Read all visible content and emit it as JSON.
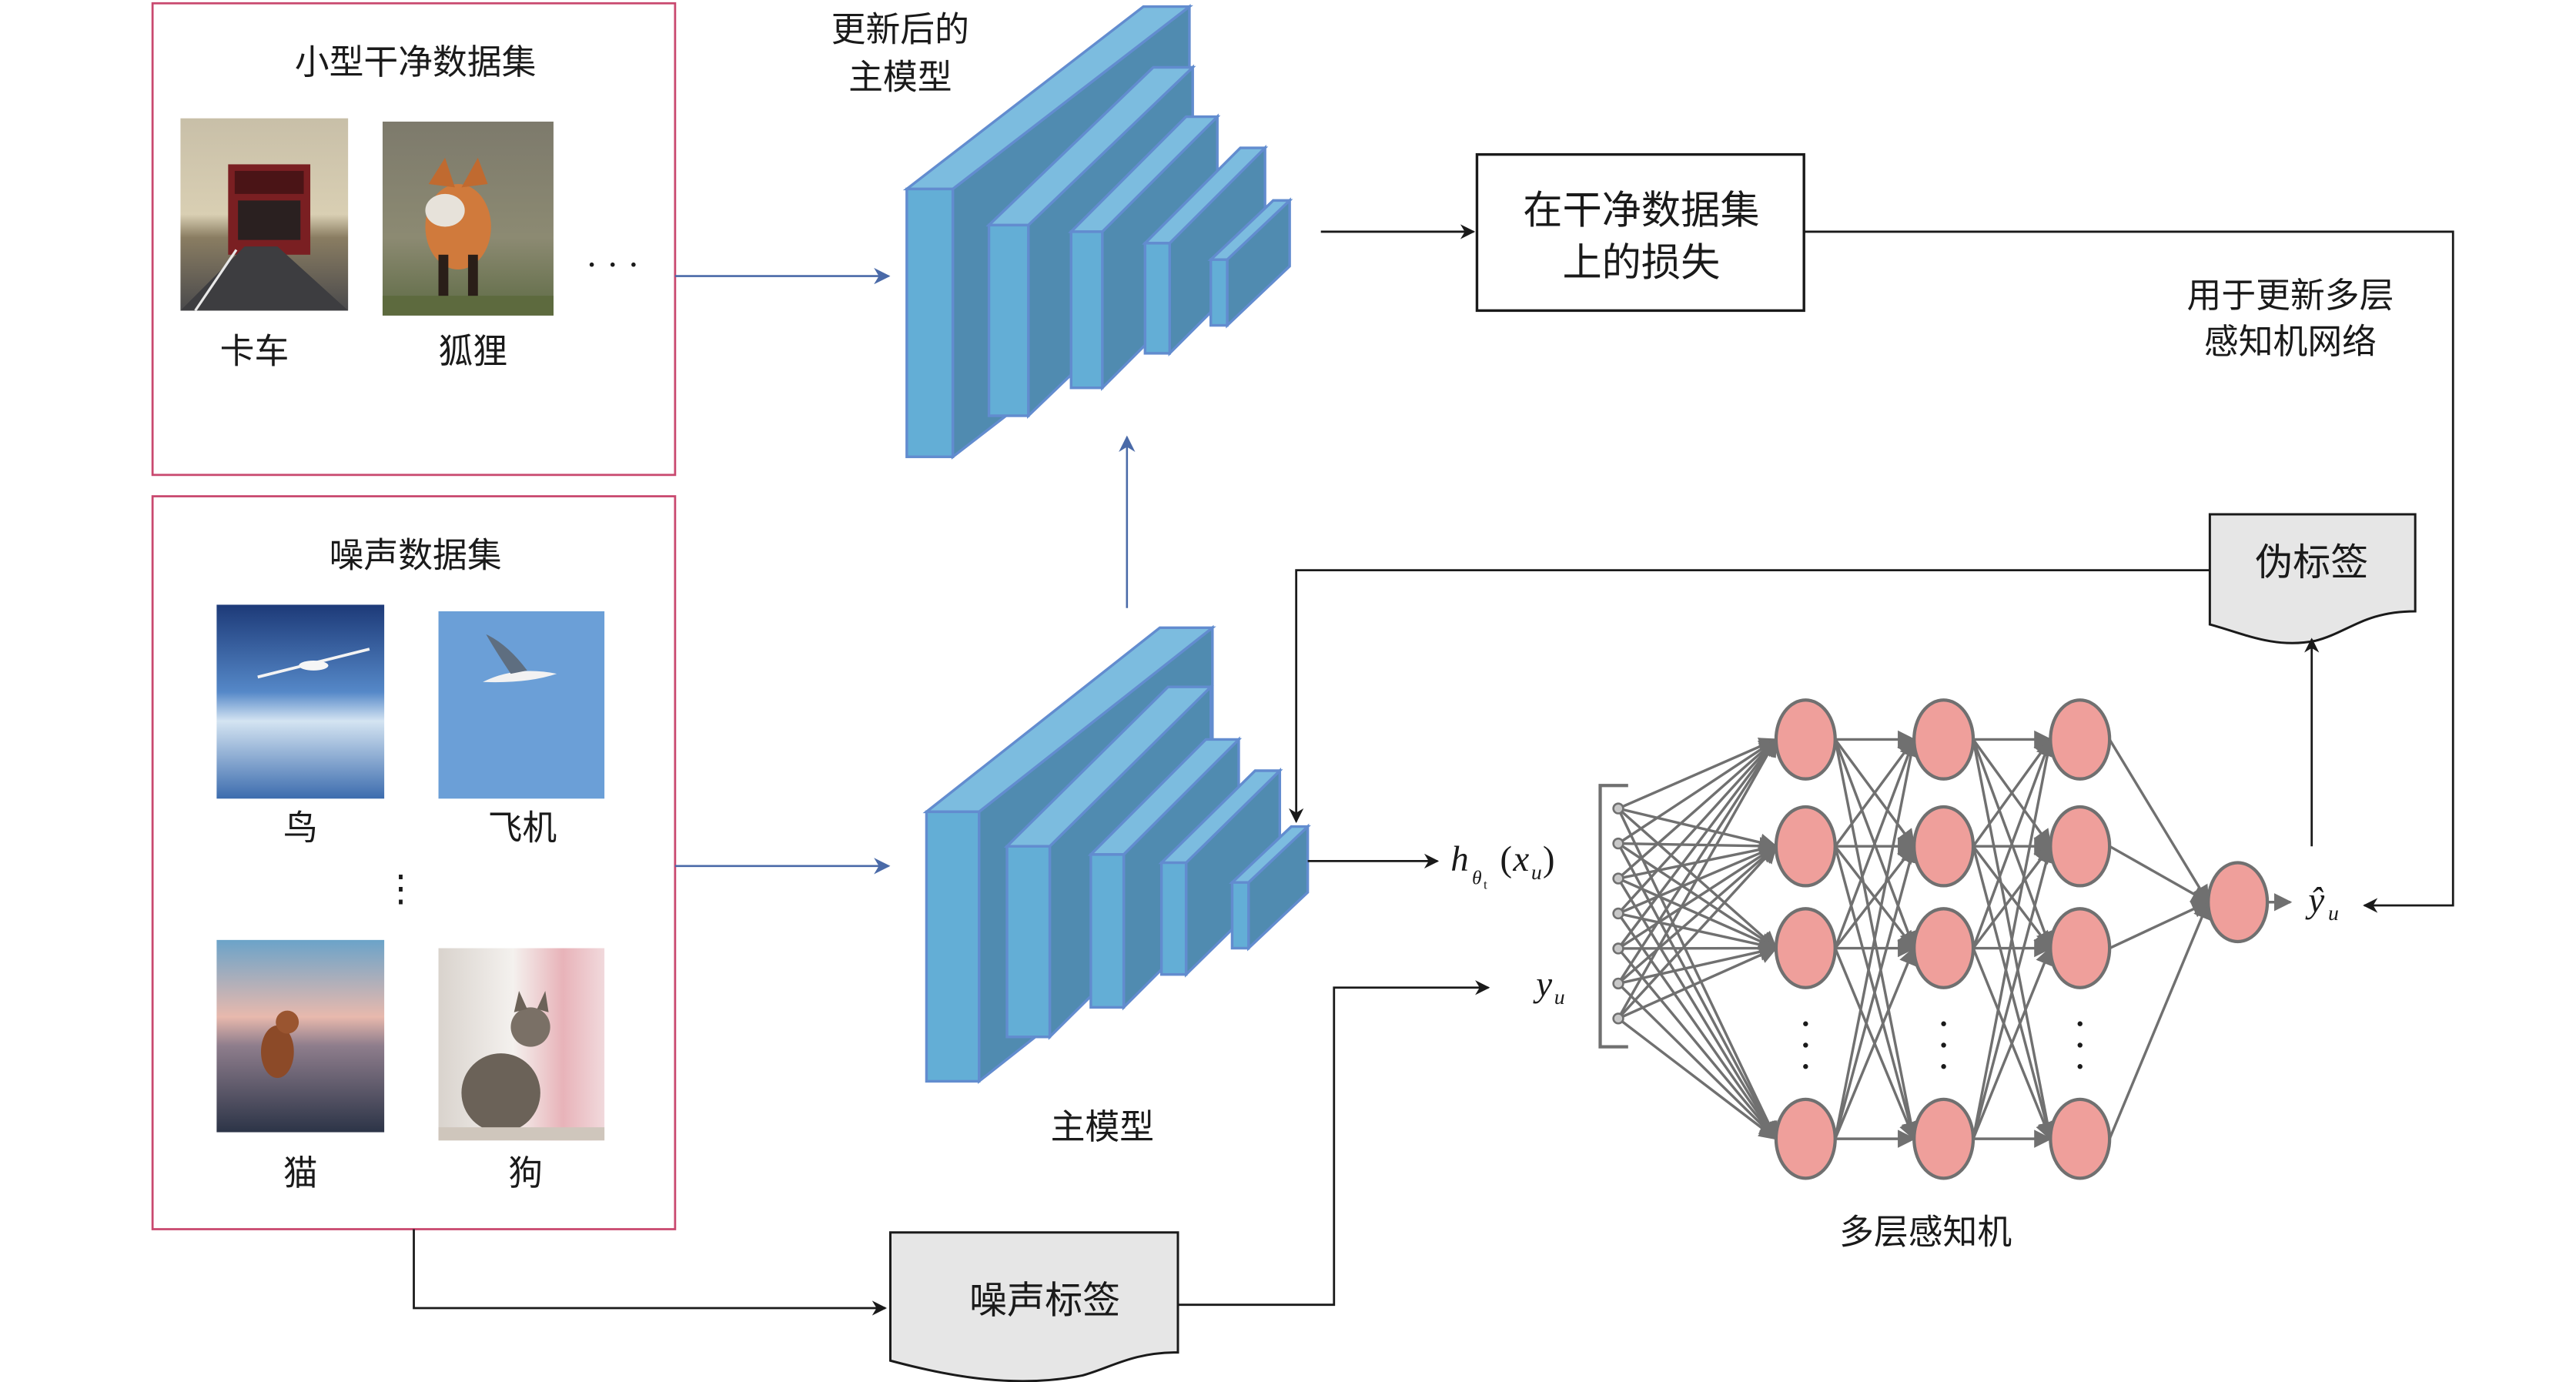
{
  "title": "Noisy-label learning framework with meta-trained multilayer perceptron",
  "colors": {
    "panel_border": "#c9496f",
    "cnn_front": "#63aed6",
    "cnn_top": "#7cbcdf",
    "cnn_side": "#508bb0",
    "cnn_stroke": "#628ccf",
    "neuron_fill": "#ef9f9b",
    "edge_gray": "#707070",
    "doc_fill": "#e6e6e6",
    "blue_arrow": "#4a6aa8"
  },
  "clean_dataset": {
    "title": "小型干净数据集",
    "images": [
      {
        "label": "卡车",
        "depicts": "red truck on road"
      },
      {
        "label": "狐狸",
        "depicts": "red fox"
      }
    ],
    "ellipsis": "· · ·"
  },
  "noisy_dataset": {
    "title": "噪声数据集",
    "images": [
      {
        "label": "鸟",
        "depicts": "airplane above clouds"
      },
      {
        "label": "飞机",
        "depicts": "seabird in blue sky"
      },
      {
        "label": "猫",
        "depicts": "dog on beach"
      },
      {
        "label": "狗",
        "depicts": "tabby cat"
      }
    ],
    "ellipsis": "⋮"
  },
  "updated_model": {
    "line1": "更新后的",
    "line2": "主模型"
  },
  "main_model": {
    "label": "主模型"
  },
  "clean_loss": {
    "line1": "在干净数据集",
    "line2": "上的损失"
  },
  "update_note": {
    "line1": "用于更新多层",
    "line2": "感知机网络"
  },
  "pseudo_label": {
    "label": "伪标签"
  },
  "noisy_label": {
    "label": "噪声标签"
  },
  "features": {
    "h": "h",
    "sub_theta": "θ",
    "sub_t": "t",
    "arg_open": "(",
    "x": "x",
    "x_sub": "u",
    "arg_close": ")"
  },
  "noisy_target": {
    "y": "y",
    "sub": "u"
  },
  "prediction": {
    "y": "ŷ",
    "sub": "u"
  },
  "mlp": {
    "label": "多层感知机",
    "hidden_layers": 3,
    "visible_nodes_per_layer": 4,
    "input_nodes": 7,
    "output_nodes": 1,
    "vdots": "⋮"
  }
}
